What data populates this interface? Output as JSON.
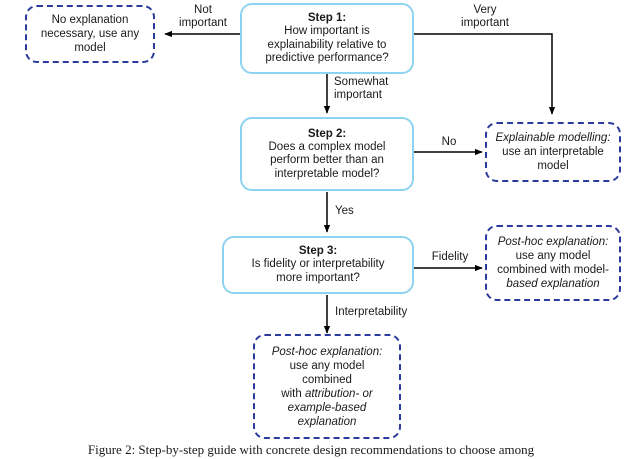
{
  "figure": {
    "type": "flowchart",
    "caption": "Figure 2: Step-by-step guide with concrete design recommendations to choose among"
  },
  "colors": {
    "question_border": "#8ed3f0",
    "recommendation_border": "#2b3b9c",
    "arrow": "#000000",
    "background": "#ffffff",
    "text": "#1a1a1a"
  },
  "nodes": {
    "no_explanation": {
      "kind": "recommendation",
      "line1": "No explanation",
      "line2": "necessary, use any",
      "line3": "model"
    },
    "step1": {
      "kind": "question",
      "title": "Step 1:",
      "line1": "How important is",
      "line2": "explainability relative to",
      "line3": "predictive performance?"
    },
    "step2": {
      "kind": "question",
      "title": "Step 2:",
      "line1": "Does a complex model",
      "line2": "perform better than an",
      "line3": "interpretable model?"
    },
    "step3": {
      "kind": "question",
      "title": "Step 3:",
      "line1": "Is fidelity or interpretability",
      "line2": "more important?"
    },
    "explainable_modelling": {
      "kind": "recommendation",
      "lead": "Explainable modelling:",
      "line1": "use an interpretable",
      "line2": "model"
    },
    "posthoc_model_based": {
      "kind": "recommendation",
      "lead": "Post-hoc explanation:",
      "line1": "use any model",
      "line2": "combined with model-",
      "line3": "based explanation"
    },
    "posthoc_attribution": {
      "kind": "recommendation",
      "lead": "Post-hoc explanation:",
      "line1": "use any model",
      "line2": "combined",
      "line3_plain": "with ",
      "line3_em": "attribution- or",
      "line4": "example-based",
      "line5": "explanation"
    }
  },
  "edges": {
    "not_important": {
      "line1": "Not",
      "line2": "important"
    },
    "very_important": {
      "line1": "Very",
      "line2": "important"
    },
    "somewhat_important": {
      "line1": "Somewhat",
      "line2": "important"
    },
    "no": {
      "label": "No"
    },
    "yes": {
      "label": "Yes"
    },
    "fidelity": {
      "label": "Fidelity"
    },
    "interpretability": {
      "label": "Interpretability"
    }
  }
}
